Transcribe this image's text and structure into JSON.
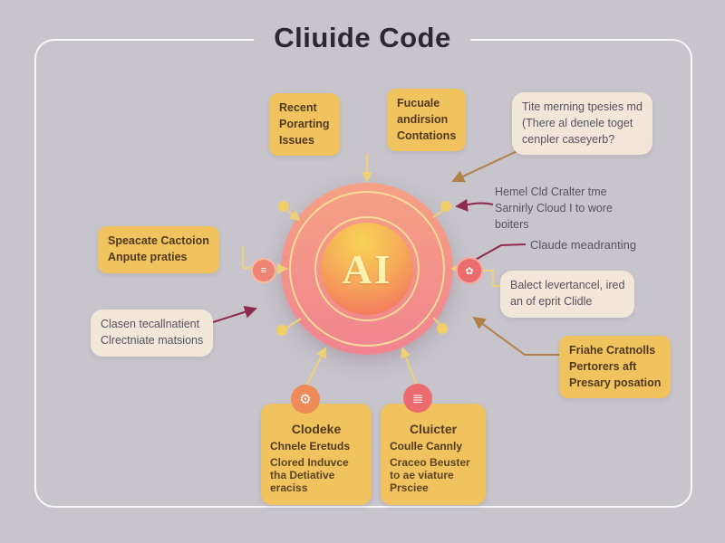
{
  "title": "Cliuide Code",
  "center": {
    "label": "AI"
  },
  "boxes": {
    "recent": "Recent\nPorarting\nIssues",
    "fucuale": "Fucuale\nandirsion\nContations",
    "top_right": "Tite merning tpesies md\n(There al denele toget\ncenpler caseyerb?",
    "hemel": "Hemel Cld Cralter tme\nSarnirly Cloud I to wore\nboiters",
    "claude": "Claude meadranting",
    "balect": "Balect levertancel, ired\nan of eprit Clidle",
    "friahe": "Friahe Cratnolls\nPertorers aft\nPresary posation",
    "speacate": "Speacate Cactoion\nAnpute praties",
    "clasen": "Clasen tecallnatient\nClrectniate matsions",
    "clodeke": {
      "title": "Clodeke",
      "subtitle": "Chnele Eretuds",
      "body": "Clored Induvce\ntha Detiative\neraciss"
    },
    "cluicter": {
      "title": "Cluicter",
      "subtitle": "Coulle Cannly",
      "body": "Craceo Beuster\nto ae viature\nPrsciee"
    }
  },
  "icons": {
    "west_connector": {
      "name": "menu-lines-icon",
      "glyph": "≡"
    },
    "east_connector": {
      "name": "flower-icon",
      "glyph": "✿"
    },
    "clodeke_badge": {
      "name": "gear-icon",
      "glyph": "⚙"
    },
    "cluicter_badge": {
      "name": "stack-icon",
      "glyph": "≣"
    }
  },
  "colors": {
    "background": "#C7C4CC",
    "box_yellow": "#F1C35F",
    "box_cream": "#F2E6D8",
    "spoke_yellow": "#EDD078",
    "arrow_tan": "#B08048",
    "arrow_red": "#8E2B4C",
    "title_color": "#2B2834",
    "hub_salmon": "#F49B85",
    "hub_core_top": "#F8CC4E",
    "hub_core_bottom": "#F2645F"
  }
}
